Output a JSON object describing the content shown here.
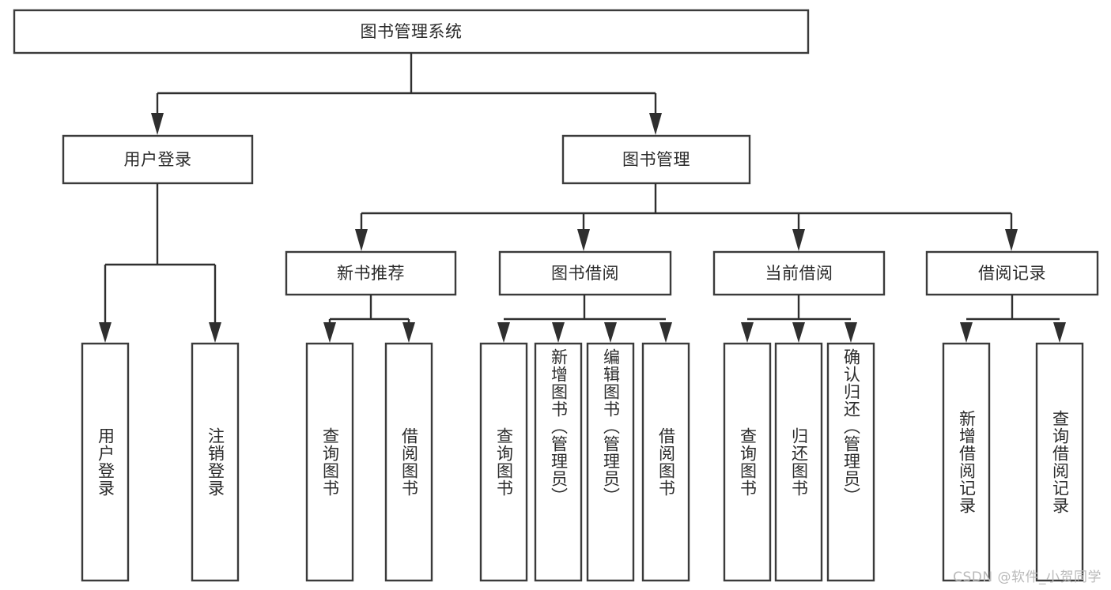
{
  "diagram": {
    "title": "图书管理系统",
    "type": "hierarchy-tree",
    "colors": {
      "box_stroke": "#3b3b3b",
      "connector": "#2f2f2f",
      "text": "#2b2b2b",
      "background": "#ffffff",
      "watermark": "#b9b9b9"
    },
    "root": {
      "label": "图书管理系统"
    },
    "level2": [
      {
        "label": "用户登录"
      },
      {
        "label": "图书管理"
      }
    ],
    "level3": [
      {
        "label": "新书推荐"
      },
      {
        "label": "图书借阅"
      },
      {
        "label": "当前借阅"
      },
      {
        "label": "借阅记录"
      }
    ],
    "leaves": {
      "user_login": [
        {
          "label": "用户登录"
        },
        {
          "label": "注销登录"
        }
      ],
      "new_book_recommend": [
        {
          "label": "查询图书"
        },
        {
          "label": "借阅图书"
        }
      ],
      "book_borrow": [
        {
          "label": "查询图书"
        },
        {
          "label": "新增图书（管理员）"
        },
        {
          "label": "编辑图书（管理员）"
        },
        {
          "label": "借阅图书"
        }
      ],
      "current_borrow": [
        {
          "label": "查询图书"
        },
        {
          "label": "归还图书"
        },
        {
          "label": "确认归还（管理员）"
        }
      ],
      "borrow_record": [
        {
          "label": "新增借阅记录"
        },
        {
          "label": "查询借阅记录"
        }
      ]
    }
  },
  "watermark": {
    "text": "CSDN @软件_小贺同学"
  }
}
